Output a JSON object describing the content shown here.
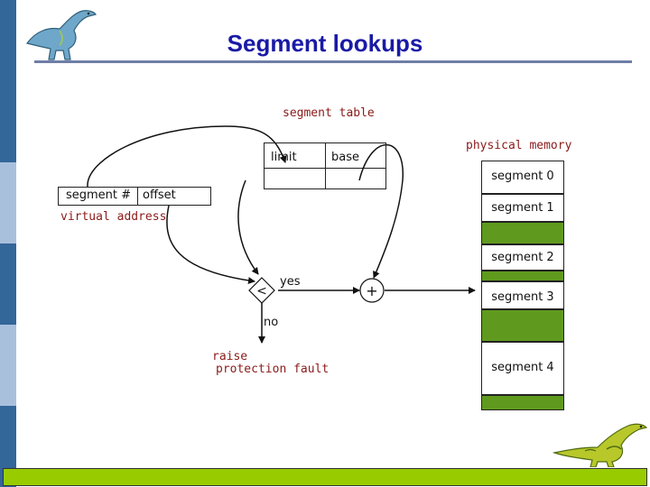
{
  "slide": {
    "title": "Segment lookups",
    "colors": {
      "title": "#1a1aa6",
      "label": "#8b1a1a",
      "segment_fill": "#5f9a1e",
      "bottom_bar": "#99cc00"
    }
  },
  "diagram": {
    "segment_table": {
      "label": "segment table",
      "col_limit": "limit",
      "col_base": "base"
    },
    "virtual_address": {
      "label": "virtual address",
      "field_segment": "segment #",
      "field_offset": "offset"
    },
    "comparator": {
      "symbol": "<",
      "yes": "yes",
      "no": "no"
    },
    "adder": {
      "symbol": "+"
    },
    "fault": {
      "line1": "raise",
      "line2": "protection fault"
    },
    "physical_memory": {
      "label": "physical memory",
      "segments": [
        "segment 0",
        "segment 1",
        "segment 2",
        "segment 3",
        "segment 4"
      ]
    }
  }
}
